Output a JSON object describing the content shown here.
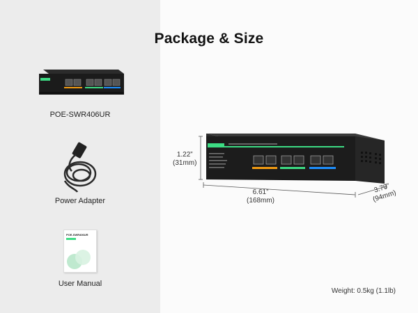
{
  "title": "Package & Size",
  "items": [
    {
      "label": "POE-SWR406UR"
    },
    {
      "label": "Power Adapter"
    },
    {
      "label": "User Manual"
    }
  ],
  "dimensions": {
    "height": {
      "inch": "1.22”",
      "mm": "(31mm)"
    },
    "length": {
      "inch": "6.61”",
      "mm": "(168mm)"
    },
    "depth": {
      "inch": "3.70”",
      "mm": "(94mm)"
    }
  },
  "weight": "Weight: 0.5kg (1.1lb)",
  "manual_cover_title": "POE-SWR406UR",
  "colors": {
    "accent_green": "#3ddc84",
    "orange": "#f39c12",
    "blue": "#1e90ff"
  }
}
